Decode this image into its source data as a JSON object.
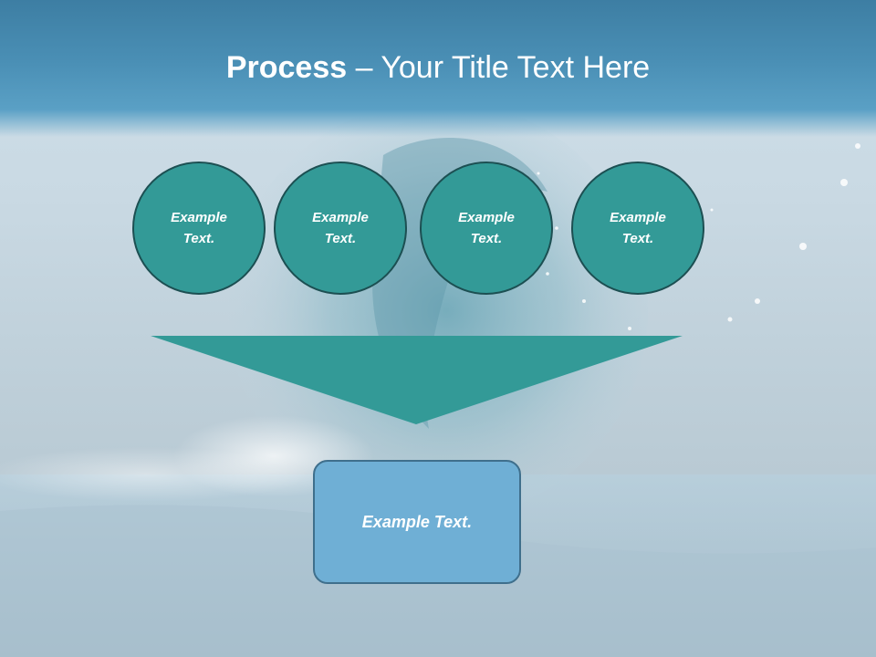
{
  "slide": {
    "title_strong": "Process",
    "title_rest": " – Your Title Text Here",
    "steps": [
      {
        "label": "Example Text."
      },
      {
        "label": "Example Text."
      },
      {
        "label": "Example Text."
      },
      {
        "label": "Example Text."
      }
    ],
    "result": {
      "label": "Example Text."
    }
  },
  "colors": {
    "title_band": "#4a8fb5",
    "circle_fill": "#339a97",
    "circle_border": "#1c4f52",
    "arrow_fill": "#339a97",
    "result_fill": "#6fafd5",
    "result_border": "#3f6f8c",
    "text": "#ffffff"
  }
}
